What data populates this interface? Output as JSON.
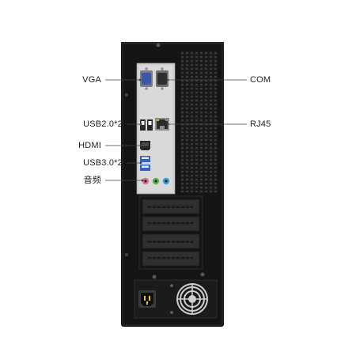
{
  "callouts": {
    "vga": "VGA",
    "com": "COM",
    "usb2": "USB2.0*2",
    "rj45": "RJ45",
    "hdmi": "HDMI",
    "usb3": "USB3.0*2",
    "audio": "音频"
  },
  "colors": {
    "chassis": "#141414",
    "io_plate": "#d9d9d9",
    "vga_port": "#3b58a8",
    "usb3_port": "#2f63c8",
    "audio_green": "#56b84a",
    "audio_pink": "#e06aa0",
    "audio_blue": "#3aa0d8",
    "psu_yellow": "#e6c53a"
  },
  "icons": [
    "power-socket-icon",
    "fan-grille-icon"
  ]
}
